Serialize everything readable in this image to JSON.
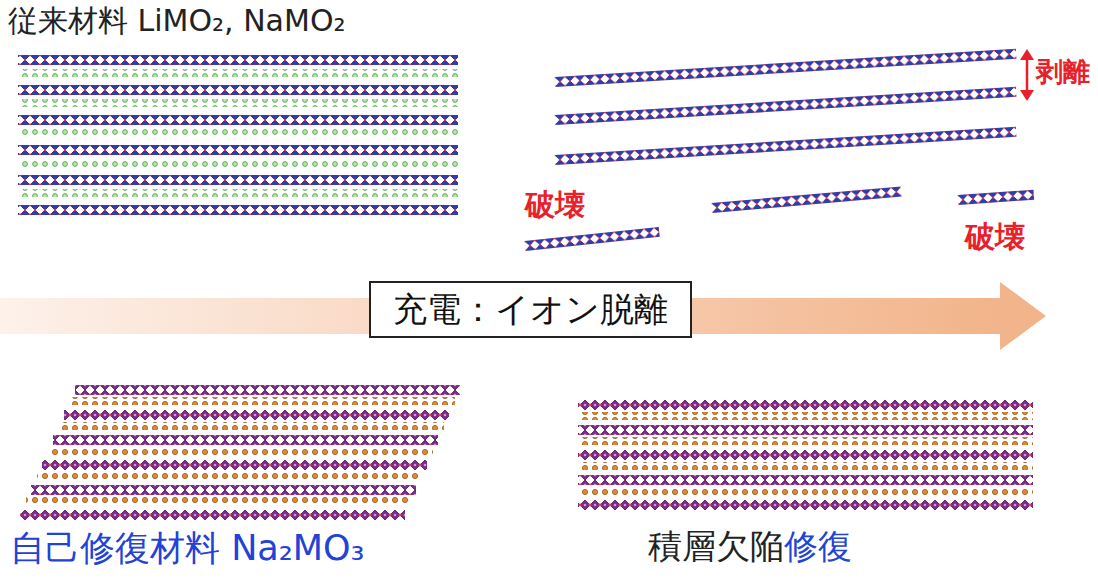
{
  "diagram": {
    "nodes": [
      {
        "text": [
          "充電：イオン脱離"
        ]
      }
    ],
    "labels": [
      "従来材料 LiMO₂, NaMO₂",
      "剥離",
      "破壊",
      "破壊",
      "自己修復材料 Na₂MO₃",
      "積層欠陥修復"
    ]
  }
}
